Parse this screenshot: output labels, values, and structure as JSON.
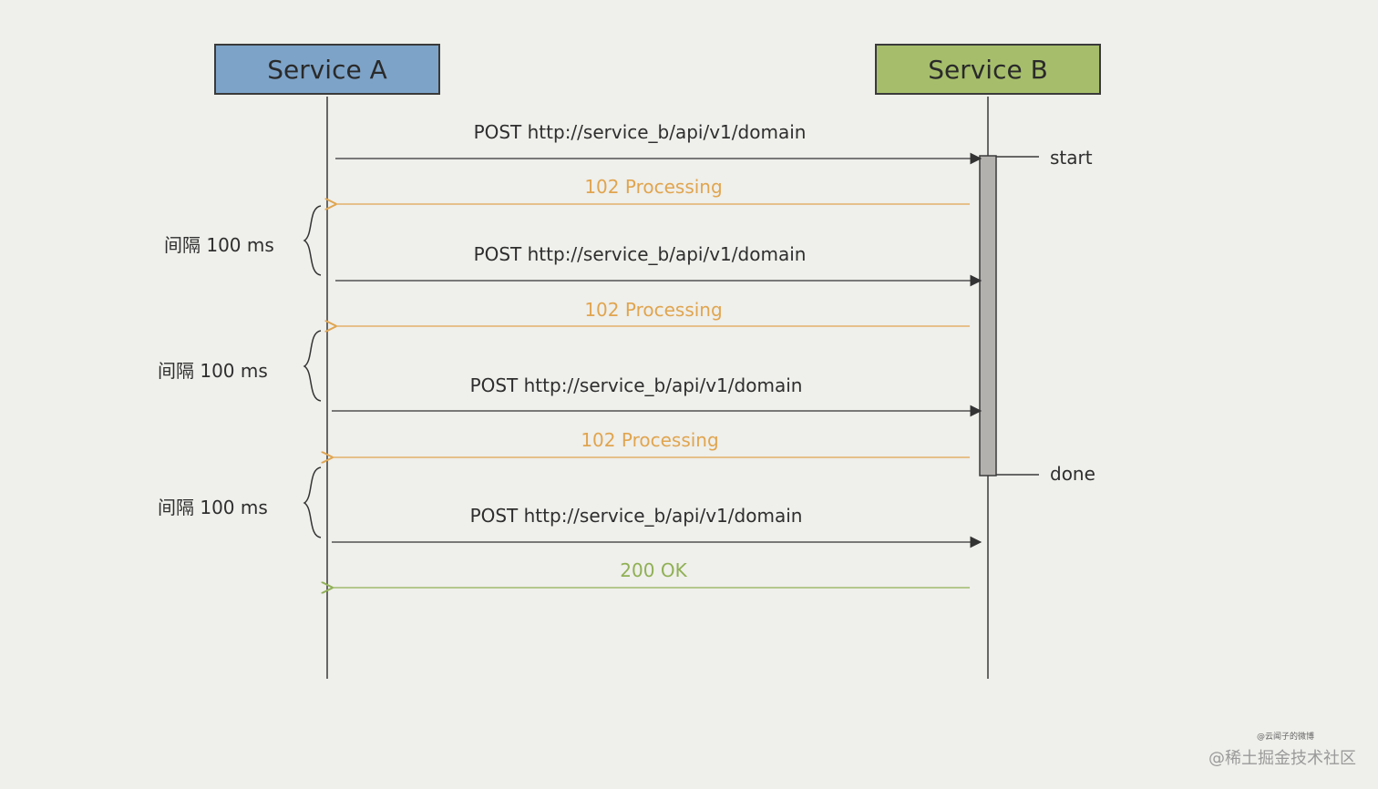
{
  "lanes": {
    "a": "Service A",
    "b": "Service B"
  },
  "messages": [
    {
      "text": "POST http://service_b/api/v1/domain",
      "kind": "request"
    },
    {
      "text": "102 Processing",
      "kind": "processing"
    },
    {
      "text": "POST http://service_b/api/v1/domain",
      "kind": "request"
    },
    {
      "text": "102 Processing",
      "kind": "processing"
    },
    {
      "text": "POST http://service_b/api/v1/domain",
      "kind": "request"
    },
    {
      "text": "102 Processing",
      "kind": "processing"
    },
    {
      "text": "POST http://service_b/api/v1/domain",
      "kind": "request"
    },
    {
      "text": "200 OK",
      "kind": "ok"
    }
  ],
  "intervals": [
    "间隔 100 ms",
    "间隔 100 ms",
    "间隔 100 ms"
  ],
  "activation": {
    "start_label": "start",
    "done_label": "done"
  },
  "colors": {
    "service_a": "#7da3c8",
    "service_b": "#a6be6b",
    "processing": "#e0a54f",
    "ok": "#8fb054"
  },
  "watermark": {
    "small": "@云闻子的微博",
    "main": "@稀土掘金技术社区"
  }
}
